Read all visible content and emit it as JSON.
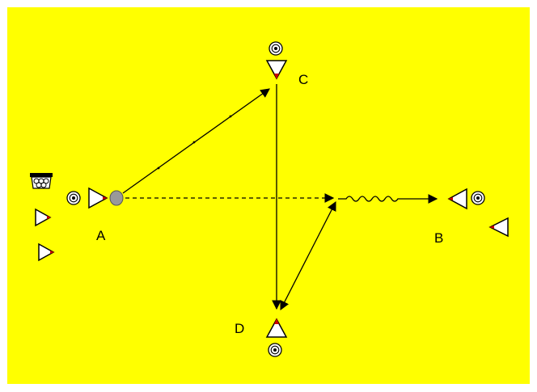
{
  "diagram": {
    "background_color": "#ffff00",
    "frame_color": "#ffffff",
    "stroke_color": "#000000",
    "marker_tip_color": "#cc0000",
    "ball_color": "#999999",
    "labels": {
      "a": "A",
      "b": "B",
      "c": "C",
      "d": "D"
    },
    "icons": {
      "ball_bag": "ball-basket-icon",
      "ball": "ball-icon",
      "player": "player-cone-icon"
    },
    "movements": [
      {
        "from": "A",
        "to": "C",
        "style": "pass-solid"
      },
      {
        "from": "C",
        "to": "D",
        "style": "run-solid"
      },
      {
        "from": "D",
        "to": "centre",
        "style": "run-solid"
      },
      {
        "from": "A",
        "to": "centre",
        "style": "pass-dashed"
      },
      {
        "from": "centre",
        "to": "B",
        "style": "dribble-wavy"
      }
    ]
  }
}
